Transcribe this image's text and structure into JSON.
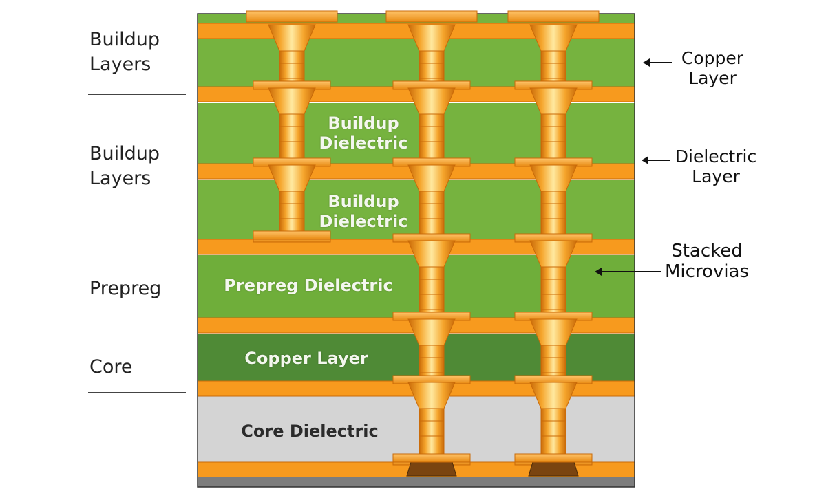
{
  "side_labels": {
    "buildup_top": [
      "Buildup",
      "Layers"
    ],
    "buildup_mid": [
      "Buildup",
      "Layers"
    ],
    "prepreg": "Prepreg",
    "core": "Core"
  },
  "callouts": {
    "copper_layer": [
      "Copper",
      "Layer"
    ],
    "dielectric_layer": [
      "Dielectric",
      "Layer"
    ],
    "stacked_microvias": [
      "Stacked",
      "Microvias"
    ]
  },
  "inner_labels": {
    "buildup_dielectric_1": [
      "Buildup",
      "Dielectric"
    ],
    "buildup_dielectric_2": [
      "Buildup",
      "Dielectric"
    ],
    "prepreg_dielectric": "Prepreg Dielectric",
    "copper_layer": "Copper Layer",
    "core_dielectric": "Core Dielectric"
  },
  "colors": {
    "copper": "#f79a1e",
    "copper_dark": "#c96a08",
    "buildup_green": "#76b33f",
    "prepreg_green": "#6fae3a",
    "core_green": "#4f8a36",
    "core_grey": "#d4d4d4",
    "base_grey": "#7d7d7d",
    "pad_dark": "#7a4410"
  }
}
